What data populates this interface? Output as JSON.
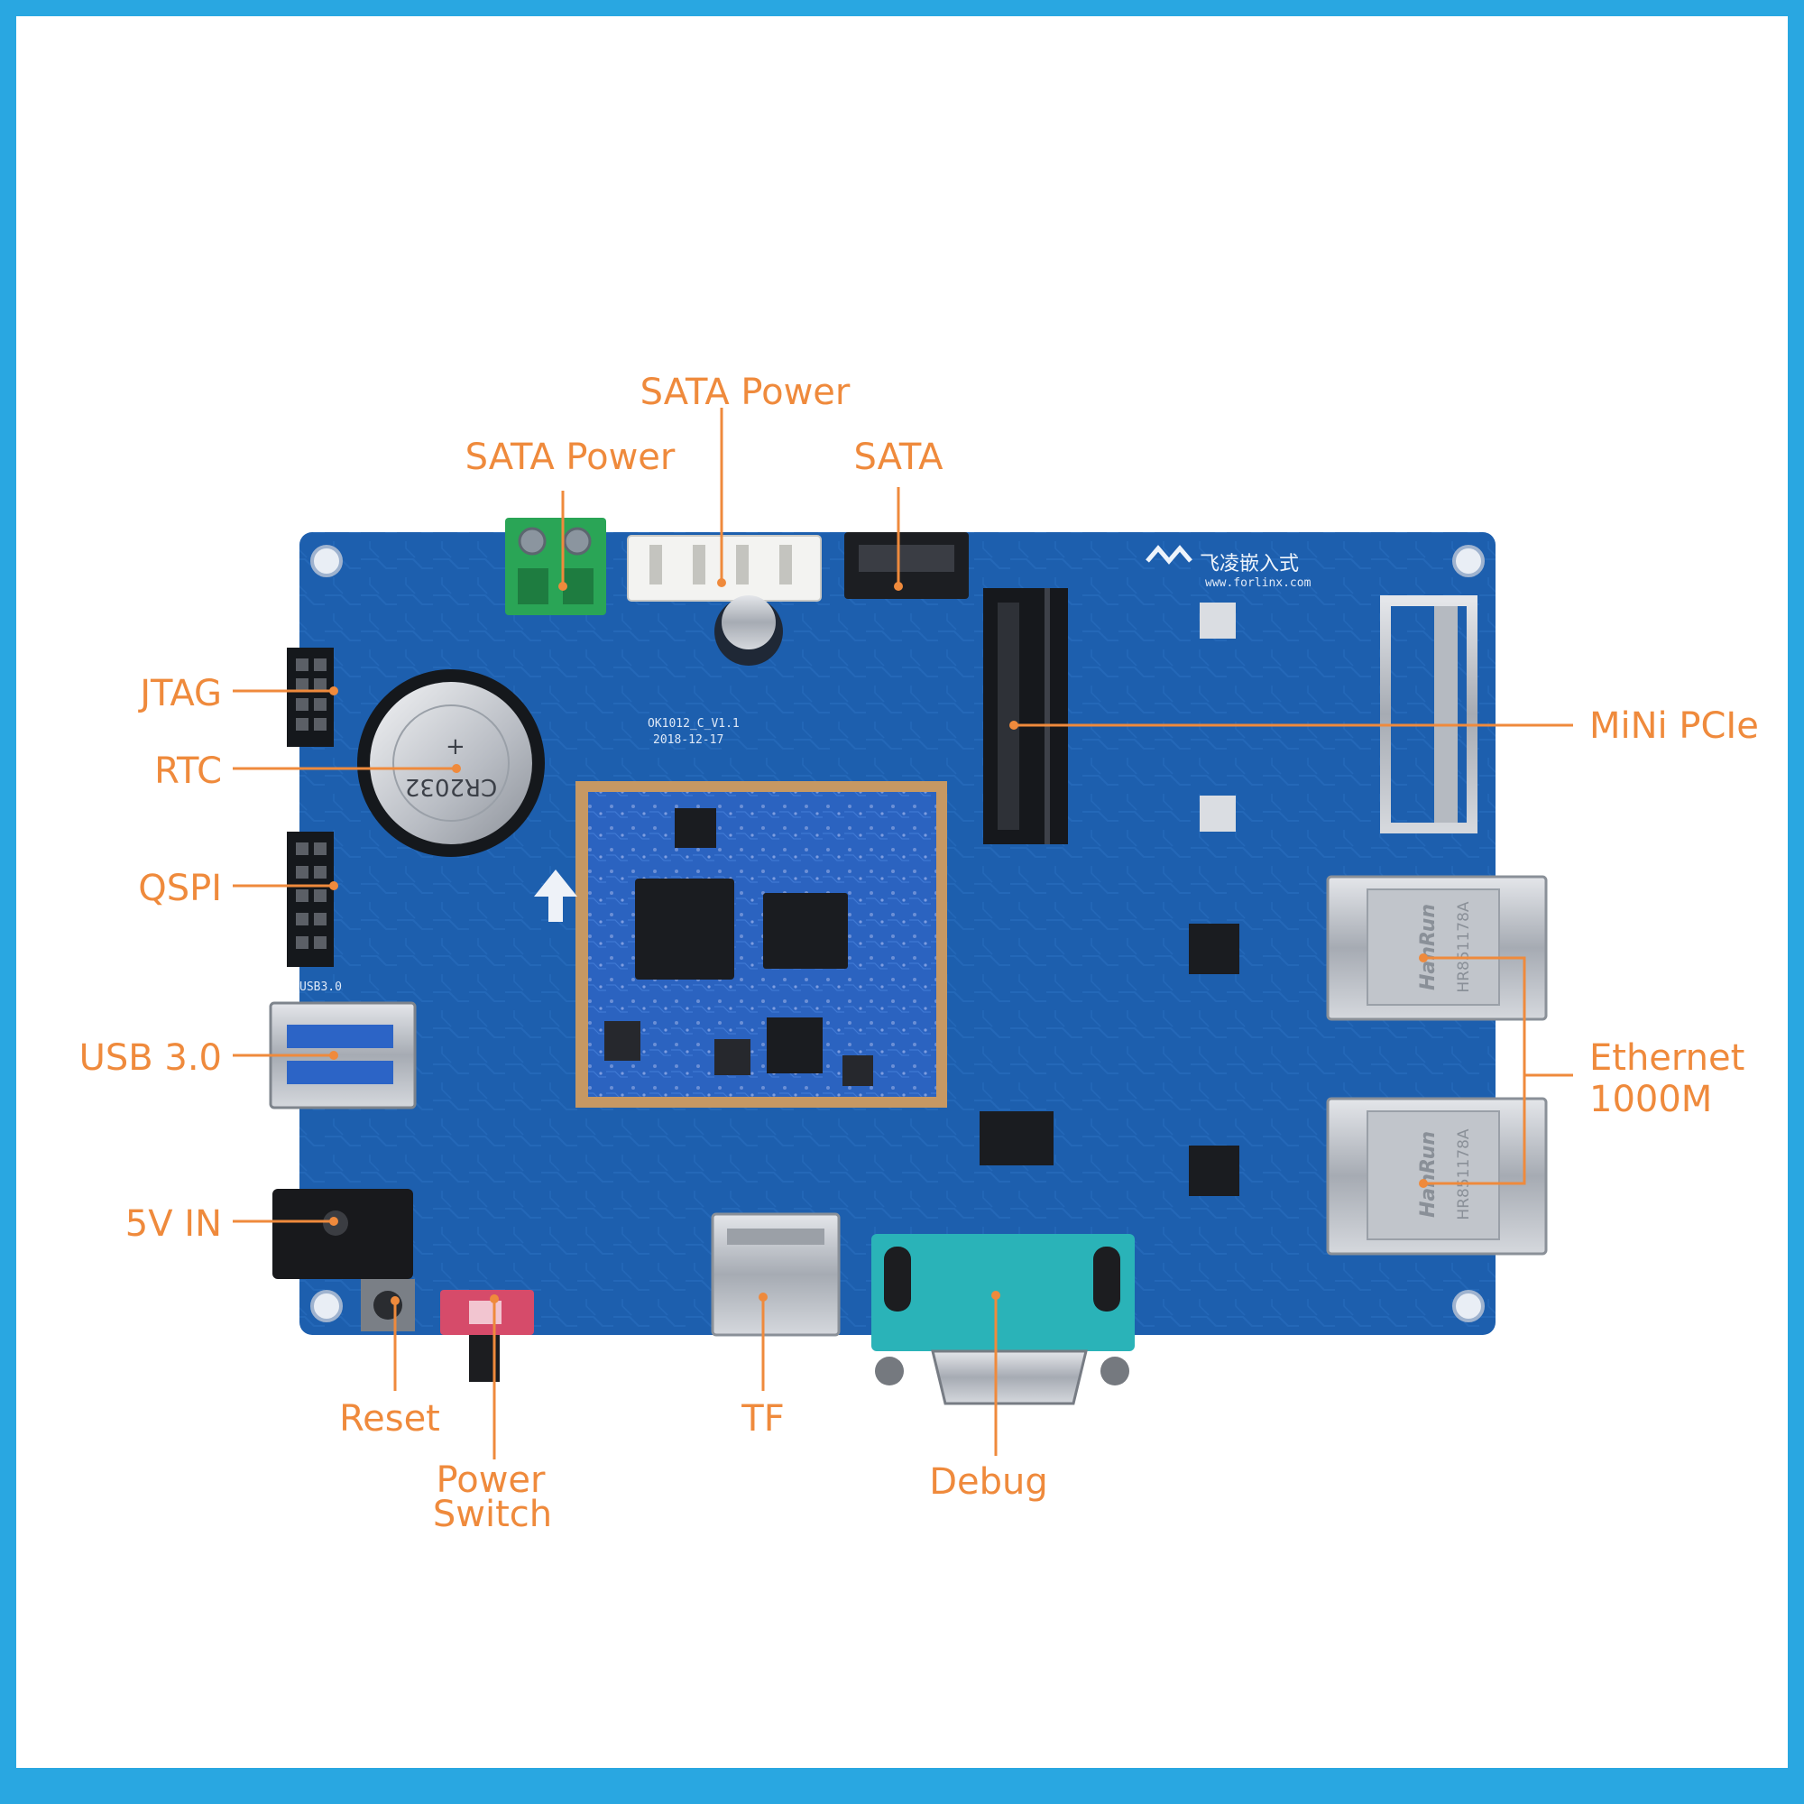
{
  "colors": {
    "border": "#29a7e1",
    "background": "#ffffff",
    "pcb": "#1d5fae",
    "label": "#ef8a3c"
  },
  "board": {
    "board_marking_1": "OK1012_C_V1.1",
    "board_marking_2": "2018-12-17",
    "usb_marking": "USB3.0",
    "coin_cell_line1": "CR2032",
    "coin_cell_line2": "+",
    "brand_cn": "飞凌嵌入式",
    "brand_url": "www.forlinx.com",
    "jack_brand": "HanRun",
    "jack_model": "HR851178A"
  },
  "labels": {
    "sata_power_top": "SATA Power",
    "sata_power_left": "SATA Power",
    "sata": "SATA",
    "jtag": "JTAG",
    "rtc": "RTC",
    "qspi": "QSPI",
    "usb": "USB 3.0",
    "power_in": "5V IN",
    "mini_pcie": "MiNi PCIe",
    "ethernet_line1": "Ethernet",
    "ethernet_line2": "1000M",
    "reset": "Reset",
    "power_switch_line1": "Power",
    "power_switch_line2": "Switch",
    "tf": "TF",
    "debug": "Debug"
  }
}
